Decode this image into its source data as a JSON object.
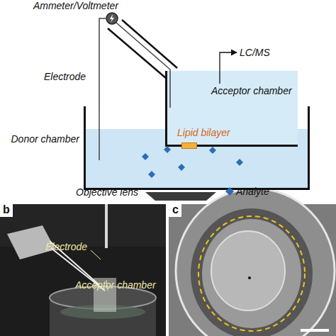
{
  "diagram": {
    "nodes": [
      {
        "text": [
          "Ammeter/Voltmeter"
        ]
      },
      {
        "text": [
          "Donor chamber"
        ]
      },
      {
        "text": [
          "Acceptor chamber"
        ],
        "in": 1
      },
      {
        "text": [
          "Lipid bilayer"
        ],
        "in": 2
      },
      {
        "text": [
          "Objective lens"
        ]
      }
    ],
    "edges": [
      {
        "from": 0,
        "to": 1,
        "arrow": "none"
      },
      {
        "from": 0,
        "to": 2,
        "arrow": "none"
      }
    ],
    "labels": [
      "Electrode",
      "LC/MS",
      "b",
      "Electrode",
      "Acceptor chamber",
      "c"
    ],
    "legend": [
      {
        "text": "Analyte"
      }
    ]
  }
}
